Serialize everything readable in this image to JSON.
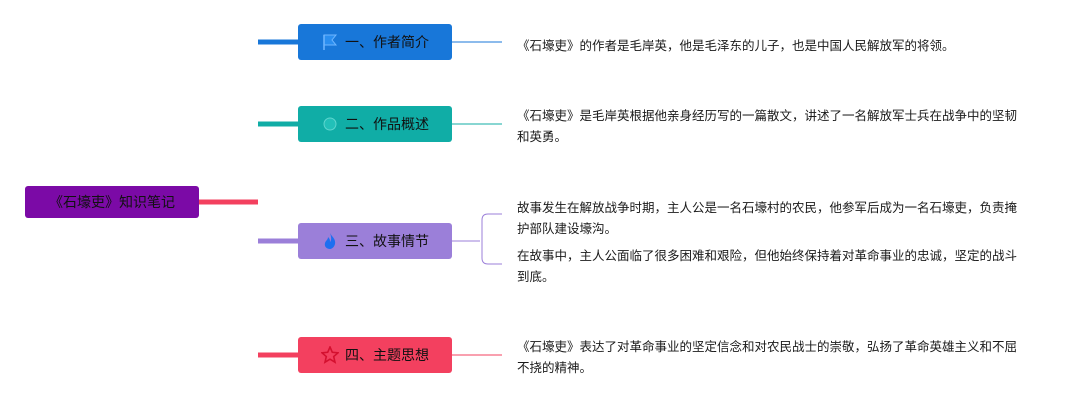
{
  "root": {
    "label": "《石壕吏》知识笔记"
  },
  "branches": [
    {
      "label": "一、作者简介",
      "icon": "flag-icon",
      "color": "#1877d9",
      "notes": [
        "《石壕吏》的作者是毛岸英，他是毛泽东的儿子，也是中国人民解放军的将领。"
      ]
    },
    {
      "label": "二、作品概述",
      "icon": "circle-icon",
      "color": "#10ada6",
      "notes": [
        "《石壕吏》是毛岸英根据他亲身经历写的一篇散文，讲述了一名解放军士兵在战争中的坚韧和英勇。"
      ]
    },
    {
      "label": "三、故事情节",
      "icon": "flame-icon",
      "color": "#9b7fd9",
      "notes": [
        "故事发生在解放战争时期，主人公是一名石壕村的农民，他参军后成为一名石壕吏，负责掩护部队建设壕沟。",
        "在故事中，主人公面临了很多困难和艰险，但他始终保持着对革命事业的忠诚，坚定的战斗到底。"
      ]
    },
    {
      "label": "四、主题思想",
      "icon": "star-icon",
      "color": "#f3405f",
      "notes": [
        "《石壕吏》表达了对革命事业的坚定信念和对农民战士的崇敬，弘扬了革命英雄主义和不屈不挠的精神。"
      ]
    }
  ]
}
